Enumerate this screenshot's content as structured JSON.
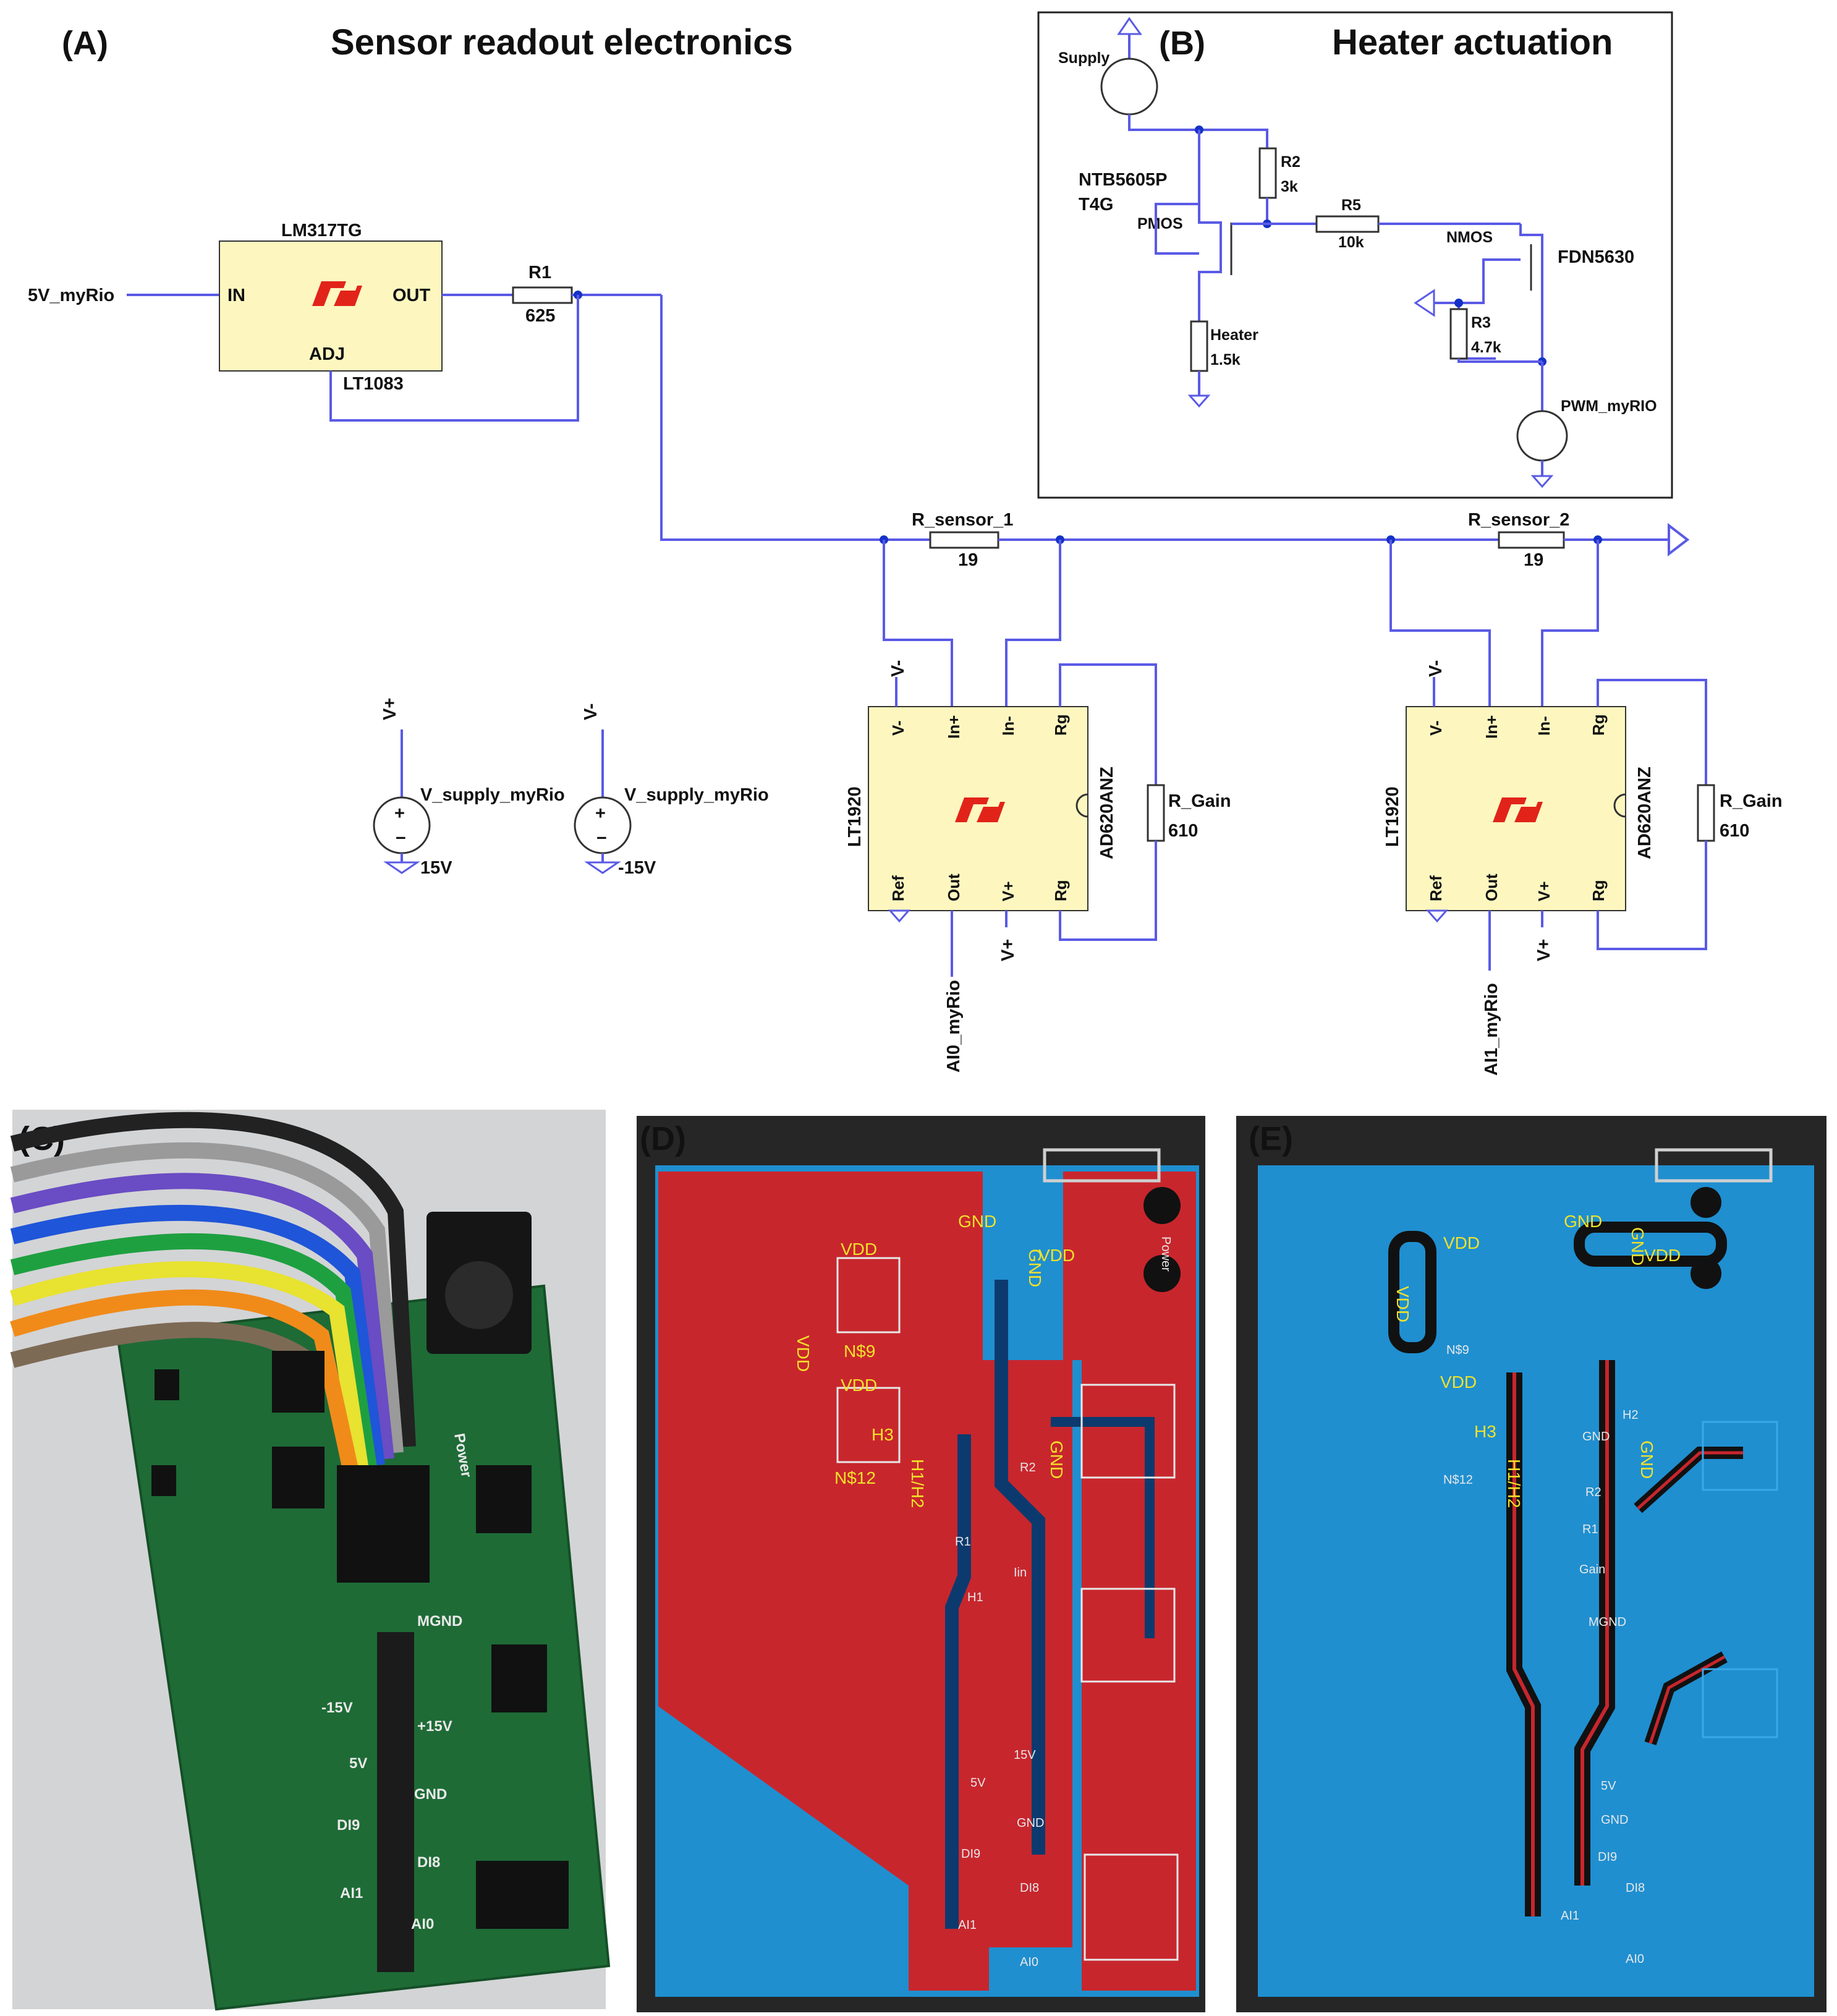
{
  "panels": {
    "a": {
      "label": "(A)",
      "title": "Sensor readout electronics"
    },
    "b": {
      "label": "(B)",
      "title": "Heater actuation"
    },
    "c": {
      "label": "(C)"
    },
    "d": {
      "label": "(D)"
    },
    "e": {
      "label": "(E)"
    }
  },
  "schematic_a": {
    "input": "5V_myRio",
    "regulator": {
      "name": "LM317TG",
      "part": "LT1083",
      "pin_in": "IN",
      "pin_out": "OUT",
      "pin_adj": "ADJ",
      "logo": "LT"
    },
    "r1": {
      "name": "R1",
      "value": "625"
    },
    "r_sensor_1": {
      "name": "R_sensor_1",
      "value": "19"
    },
    "r_sensor_2": {
      "name": "R_sensor_2",
      "value": "19"
    },
    "supply_pos": {
      "node": "V+",
      "name": "V_supply_myRio",
      "value": "15V"
    },
    "supply_neg": {
      "node": "V-",
      "name": "V_supply_myRio",
      "value": "-15V"
    },
    "amp": {
      "name": "LT1920",
      "part": "AD620ANZ",
      "pins_top": [
        "V-",
        "In+",
        "In-",
        "Rg"
      ],
      "pins_bottom": [
        "Ref",
        "Out",
        "V+",
        "Rg"
      ],
      "logo": "LT",
      "vminus": "V-",
      "vplus": "V+"
    },
    "r_gain": {
      "name": "R_Gain",
      "value": "610"
    },
    "out_1": "AI0_myRio",
    "out_2": "AI1_myRio"
  },
  "schematic_b": {
    "supply": "Supply",
    "pmos_part": "NTB5605P",
    "pmos_part2": "T4G",
    "pmos": "PMOS",
    "r2": {
      "name": "R2",
      "value": "3k"
    },
    "r5": {
      "name": "R5",
      "value": "10k"
    },
    "nmos": "NMOS",
    "nmos_part": "FDN5630",
    "r3": {
      "name": "R3",
      "value": "4.7k"
    },
    "heater": {
      "name": "Heater",
      "value": "1.5k"
    },
    "pwm": "PWM_myRIO"
  },
  "photo_c": {
    "labels": [
      "MGND",
      "-15V",
      "+15V",
      "5V",
      "GND",
      "DI9",
      "DI8",
      "AI1",
      "AI0",
      "Power"
    ]
  },
  "pcb_d": {
    "labels": [
      "GND",
      "VDD",
      "VDD",
      "VDD",
      "N$9",
      "VDD",
      "H3",
      "N$12",
      "H1/H2",
      "GND",
      "GND"
    ],
    "silk": [
      "R2",
      "R1",
      "Iin",
      "H1",
      "15V",
      "5V",
      "GND",
      "DI9",
      "DI8",
      "AI1",
      "AI0",
      "Power"
    ]
  },
  "pcb_e": {
    "labels": [
      "GND",
      "VDD",
      "VDD",
      "GND",
      "VDD",
      "N$9",
      "VDD",
      "H3",
      "N$12",
      "H1/H2",
      "GND"
    ],
    "silk": [
      "H2",
      "GND",
      "R2",
      "R1",
      "Gain",
      "MGND",
      "5V",
      "GND",
      "DI9",
      "DI8",
      "AI1",
      "AI0"
    ]
  },
  "colors": {
    "wire": "#5a5ae6",
    "chip": "#fdf7bf",
    "logo": "#e2231a",
    "pcb_red": "#c8262d",
    "pcb_blue": "#1f8fd0",
    "pcb_bg": "#262626",
    "silk": "#f2e12a"
  }
}
